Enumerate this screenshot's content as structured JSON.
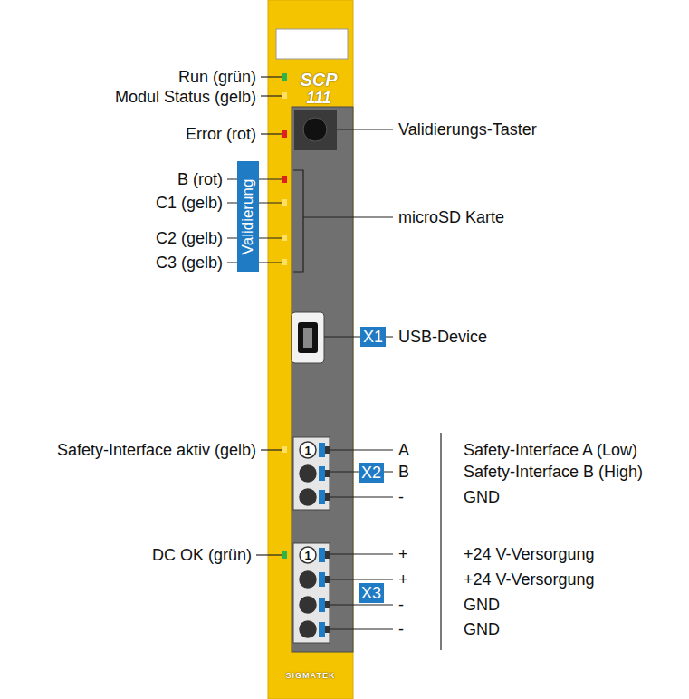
{
  "diagram": {
    "nodes": [
      {
        "text": [
          "SCP",
          "111",
          "SIGMATEK"
        ]
      },
      {
        "text": [
          "Validierung"
        ]
      },
      {
        "text": [
          "X1"
        ]
      },
      {
        "text": [
          "X2"
        ]
      },
      {
        "text": [
          "X3"
        ]
      }
    ],
    "labels": [
      "Run (grün)",
      "Modul Status (gelb)",
      "Error (rot)",
      "B (rot)",
      "C1 (gelb)",
      "C2 (gelb)",
      "C3 (gelb)",
      "Validierungs-Taster",
      "microSD Karte",
      "USB-Device",
      "Safety-Interface aktiv (gelb)",
      "1",
      "A",
      "B",
      "-",
      "Safety-Interface A (Low)",
      "Safety-Interface B (High)",
      "GND",
      "DC OK (grün)",
      "1",
      "+",
      "+",
      "-",
      "-",
      "+24 V-Versorgung",
      "+24 V-Versorgung",
      "GND",
      "GND"
    ]
  }
}
